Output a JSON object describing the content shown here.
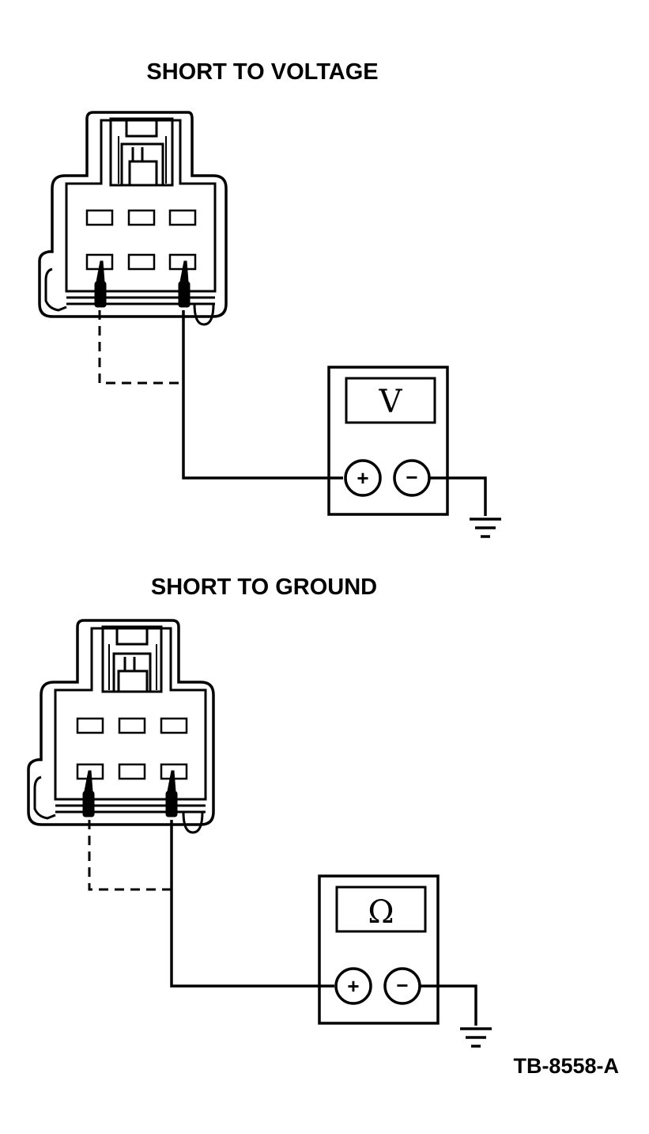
{
  "diagrams": [
    {
      "title": "SHORT TO VOLTAGE",
      "meter_symbol": "V",
      "meter_function": "voltmeter",
      "terminals": {
        "positive": "+",
        "negative": "−"
      }
    },
    {
      "title": "SHORT TO GROUND",
      "meter_symbol": "Ω",
      "meter_function": "ohmmeter",
      "terminals": {
        "positive": "+",
        "negative": "−"
      }
    }
  ],
  "figure_id": "TB-8558-A",
  "icons": {
    "connector": "connector-icon",
    "meter": "meter-icon",
    "ground": "ground-symbol-icon",
    "probe": "probe-icon"
  },
  "colors": {
    "ink": "#000000",
    "paper": "#ffffff"
  }
}
